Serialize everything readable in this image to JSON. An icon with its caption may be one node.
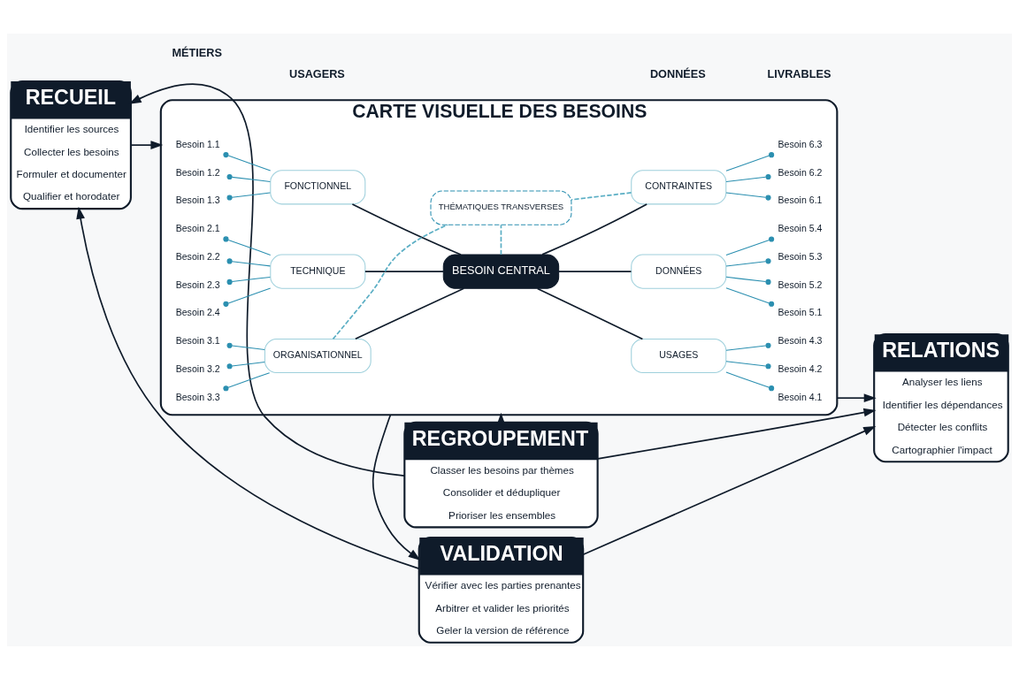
{
  "diagram": {
    "nodes": [
      {
        "text": [
          "REGROUPEMENT",
          "Classer les besoins par thèmes",
          "Consolider et dédupliquer",
          "Prioriser les ensembles"
        ]
      },
      {
        "text": [
          "RECUEIL",
          "Identifier les sources",
          "Collecter les besoins",
          "Formuler et documenter",
          "Qualifier et horodater"
        ]
      },
      {
        "text": [
          "CARTE VISUELLE DES BESOINS"
        ]
      },
      {
        "text": [
          "BESOIN CENTRAL"
        ],
        "in": 2
      },
      {
        "text": [
          "FONCTIONNEL"
        ],
        "in": 2
      },
      {
        "text": [
          "TECHNIQUE"
        ],
        "in": 2
      },
      {
        "text": [
          "ORGANISATIONNEL"
        ],
        "in": 2
      },
      {
        "text": [
          "USAGES"
        ],
        "in": 2
      },
      {
        "text": [
          "DONNÉES"
        ],
        "in": 2
      },
      {
        "text": [
          "CONTRAINTES"
        ],
        "in": 2
      },
      {
        "text": [
          "Besoin 1.1"
        ],
        "in": 2
      },
      {
        "text": [
          "Besoin 1.2"
        ],
        "in": 2
      },
      {
        "text": [
          "Besoin 1.3"
        ],
        "in": 2
      },
      {
        "text": [
          "Besoin 2.1"
        ],
        "in": 2
      },
      {
        "text": [
          "Besoin 2.2"
        ],
        "in": 2
      },
      {
        "text": [
          "Besoin 2.3"
        ],
        "in": 2
      },
      {
        "text": [
          "Besoin 2.4"
        ],
        "in": 2
      },
      {
        "text": [
          "Besoin 3.1"
        ],
        "in": 2
      },
      {
        "text": [
          "Besoin 3.2"
        ],
        "in": 2
      },
      {
        "text": [
          "Besoin 3.3"
        ],
        "in": 2
      },
      {
        "text": [
          "Besoin 4.1"
        ],
        "in": 2
      },
      {
        "text": [
          "Besoin 4.2"
        ],
        "in": 2
      },
      {
        "text": [
          "Besoin 4.3"
        ],
        "in": 2
      },
      {
        "text": [
          "Besoin 5.1"
        ],
        "in": 2
      },
      {
        "text": [
          "Besoin 5.2"
        ],
        "in": 2
      },
      {
        "text": [
          "Besoin 5.3"
        ],
        "in": 2
      },
      {
        "text": [
          "Besoin 5.4"
        ],
        "in": 2
      },
      {
        "text": [
          "Besoin 6.1"
        ],
        "in": 2
      },
      {
        "text": [
          "Besoin 6.2"
        ],
        "in": 2
      },
      {
        "text": [
          "Besoin 6.3"
        ],
        "in": 2
      },
      {
        "text": [
          "THÉMATIQUES TRANSVERSES"
        ],
        "in": 2
      },
      {
        "text": [
          "RELATIONS",
          "Analyser les liens",
          "Identifier les dépendances",
          "Détecter les conflits",
          "Cartographier l'impact"
        ]
      },
      {
        "text": [
          "VALIDATION",
          "Vérifier avec les parties prenantes",
          "Arbitrer et valider les priorités",
          "Geler la version de référence"
        ]
      }
    ],
    "edges": [
      {
        "from": 0,
        "to": 1,
        "arrow": "to",
        "color": "#0f1b2a"
      },
      {
        "from": 0,
        "to": 31,
        "arrow": "to",
        "color": "#0f1b2a"
      },
      {
        "from": 0,
        "to": 2,
        "arrow": "to",
        "color": "#0f1b2a"
      },
      {
        "from": 1,
        "to": 2,
        "arrow": "to",
        "color": "#0f1b2a"
      },
      {
        "from": 2,
        "to": 31,
        "arrow": "to",
        "color": "#0f1b2a"
      },
      {
        "from": 2,
        "to": 32,
        "arrow": "to",
        "color": "#0f1b2a"
      },
      {
        "from": 32,
        "to": 1,
        "arrow": "to",
        "color": "#0f1b2a"
      },
      {
        "from": 32,
        "to": 31,
        "arrow": "to",
        "color": "#0f1b2a"
      },
      {
        "from": 4,
        "to": 3,
        "arrow": "none",
        "color": "#0f1b2a"
      },
      {
        "from": 5,
        "to": 3,
        "arrow": "none",
        "color": "#0f1b2a"
      },
      {
        "from": 6,
        "to": 3,
        "arrow": "none",
        "color": "#0f1b2a"
      },
      {
        "from": 3,
        "to": 7,
        "arrow": "none",
        "color": "#0f1b2a"
      },
      {
        "from": 3,
        "to": 8,
        "arrow": "none",
        "color": "#0f1b2a"
      },
      {
        "from": 3,
        "to": 9,
        "arrow": "none",
        "color": "#0f1b2a"
      },
      {
        "from": 10,
        "to": 4,
        "arrow": "other"
      },
      {
        "from": 11,
        "to": 4,
        "arrow": "other"
      },
      {
        "from": 12,
        "to": 4,
        "arrow": "other"
      },
      {
        "from": 13,
        "to": 5,
        "arrow": "other"
      },
      {
        "from": 14,
        "to": 5,
        "arrow": "other"
      },
      {
        "from": 15,
        "to": 5,
        "arrow": "other"
      },
      {
        "from": 16,
        "to": 5,
        "arrow": "other"
      },
      {
        "from": 17,
        "to": 6,
        "arrow": "other"
      },
      {
        "from": 18,
        "to": 6,
        "arrow": "other"
      },
      {
        "from": 19,
        "to": 6,
        "arrow": "other"
      },
      {
        "from": 7,
        "to": 20,
        "arrow": "other"
      },
      {
        "from": 7,
        "to": 21,
        "arrow": "other"
      },
      {
        "from": 7,
        "to": 22,
        "arrow": "other"
      },
      {
        "from": 8,
        "to": 23,
        "arrow": "other"
      },
      {
        "from": 8,
        "to": 24,
        "arrow": "other"
      },
      {
        "from": 8,
        "to": 25,
        "arrow": "other"
      },
      {
        "from": 8,
        "to": 26,
        "arrow": "other"
      },
      {
        "from": 9,
        "to": 27,
        "arrow": "other"
      },
      {
        "from": 9,
        "to": 28,
        "arrow": "other"
      },
      {
        "from": 9,
        "to": 29,
        "arrow": "other"
      },
      {
        "from": 3,
        "to": 30,
        "arrow": "none",
        "style": "dashed",
        "color": "#5aaec4"
      },
      {
        "from": 6,
        "to": 30,
        "arrow": "none",
        "style": "dashed",
        "color": "#5aaec4"
      },
      {
        "from": 9,
        "to": 30,
        "arrow": "none",
        "style": "dashed",
        "color": "#5aaec4"
      }
    ],
    "labels": [
      "MÉTIERS",
      "USAGERS",
      "DONNÉES",
      "LIVRABLES"
    ]
  }
}
